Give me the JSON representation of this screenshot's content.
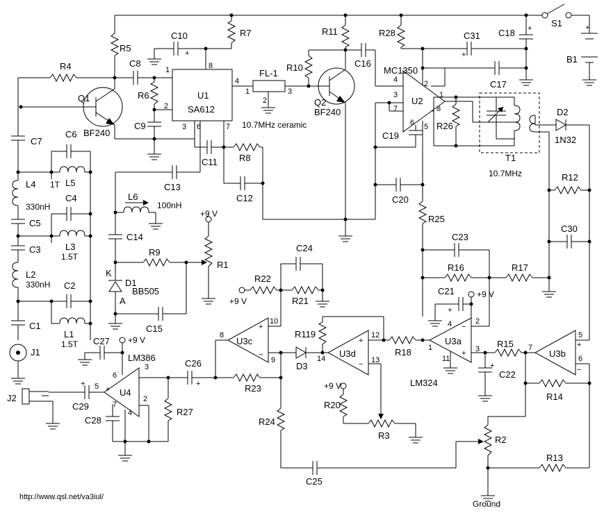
{
  "footer": {
    "url": "http://www.qsl.net/va3iul/"
  },
  "nets": {
    "ground": "Ground",
    "plus9v": "+9 V"
  },
  "parts": {
    "s1": "S1",
    "b1": "B1",
    "r5": "R5",
    "r7": "R7",
    "r4": "R4",
    "c8": "C8",
    "c10": "C10",
    "q1": "Q1",
    "q1_type": "BF240",
    "r6": "R6",
    "c9": "C9",
    "u1": "U1",
    "u1_type": "SA612",
    "fl1": "FL-1",
    "fl1_desc": "10.7MHz ceramic",
    "r10": "R10",
    "r11": "R11",
    "q2": "Q2",
    "q2_type": "BF240",
    "c16": "C16",
    "r28": "R28",
    "c31": "C31",
    "c18": "C18",
    "c17": "C17",
    "mc1350": "MC1350",
    "u2": "U2",
    "c19": "C19",
    "r26": "R26",
    "t1": "T1",
    "t1_desc": "10.7MHz",
    "d2": "D2",
    "d2_type": "1N32",
    "c7": "C7",
    "c6": "C6",
    "l5": "L5",
    "l5_val": "1T",
    "l4": "L4",
    "l4_val": "330nH",
    "c5": "C5",
    "c4": "C4",
    "l3": "L3",
    "l3_val": "1.5T",
    "c3": "C3",
    "l2": "L2",
    "l2_val": "330nH",
    "c2": "C2",
    "l1": "L1",
    "l1_val": "1.5T",
    "c1": "C1",
    "j1": "J1",
    "c11": "C11",
    "r8": "R8",
    "c13": "C13",
    "c12": "C12",
    "l6": "L6",
    "l6_val": "100nH",
    "c14": "C14",
    "r9": "R9",
    "r1": "R1",
    "d1": "D1",
    "d1_type": "BB505",
    "d1_k": "K",
    "d1_a": "A",
    "c15": "C15",
    "c20": "C20",
    "r25": "R25",
    "r12": "R12",
    "c30": "C30",
    "c23": "C23",
    "r16": "R16",
    "r17": "R17",
    "c21": "C21",
    "c24": "C24",
    "r22": "R22",
    "r21": "R21",
    "u3c": "U3c",
    "r119": "R119",
    "u3d": "U3d",
    "r18": "R18",
    "u3a": "U3a",
    "u3b": "U3b",
    "r15": "R15",
    "c22": "C22",
    "lm324": "LM324",
    "r14": "R14",
    "d3": "D3",
    "c27": "C27",
    "lm386": "LM386",
    "u4": "U4",
    "c26": "C26",
    "r23": "R23",
    "j2": "J2",
    "c29": "C29",
    "c28": "C28",
    "r27": "R27",
    "r24": "R24",
    "r20": "R20",
    "r3": "R3",
    "r2": "R2",
    "r13": "R13",
    "c25": "C25"
  },
  "pins": {
    "u1_1": "1",
    "u1_2": "2",
    "u1_3": "3",
    "u1_4": "4",
    "u1_6": "6",
    "u1_7": "7",
    "u1_8": "8",
    "fl_1": "1",
    "fl_2": "2",
    "fl_3": "3",
    "u2_1": "1",
    "u2_2": "2",
    "u2_3": "3",
    "u2_4": "4",
    "u2_5": "5",
    "u2_6": "6",
    "u2_7": "7",
    "u2_8": "8",
    "u3c_8": "8",
    "u3c_9": "9",
    "u3c_10": "10",
    "u3d_12": "12",
    "u3d_13": "13",
    "u3d_14": "14",
    "u3a_1": "1",
    "u3a_2": "2",
    "u3a_3": "3",
    "u3a_4": "4",
    "u3a_11": "11",
    "u3b_5": "5",
    "u3b_6": "6",
    "u3b_7": "7",
    "u4_2": "2",
    "u4_3": "3",
    "u4_4": "4",
    "u4_5": "5",
    "u4_6": "6",
    "u4_7": "7"
  },
  "signs": {
    "plus": "+",
    "minus": "−"
  }
}
